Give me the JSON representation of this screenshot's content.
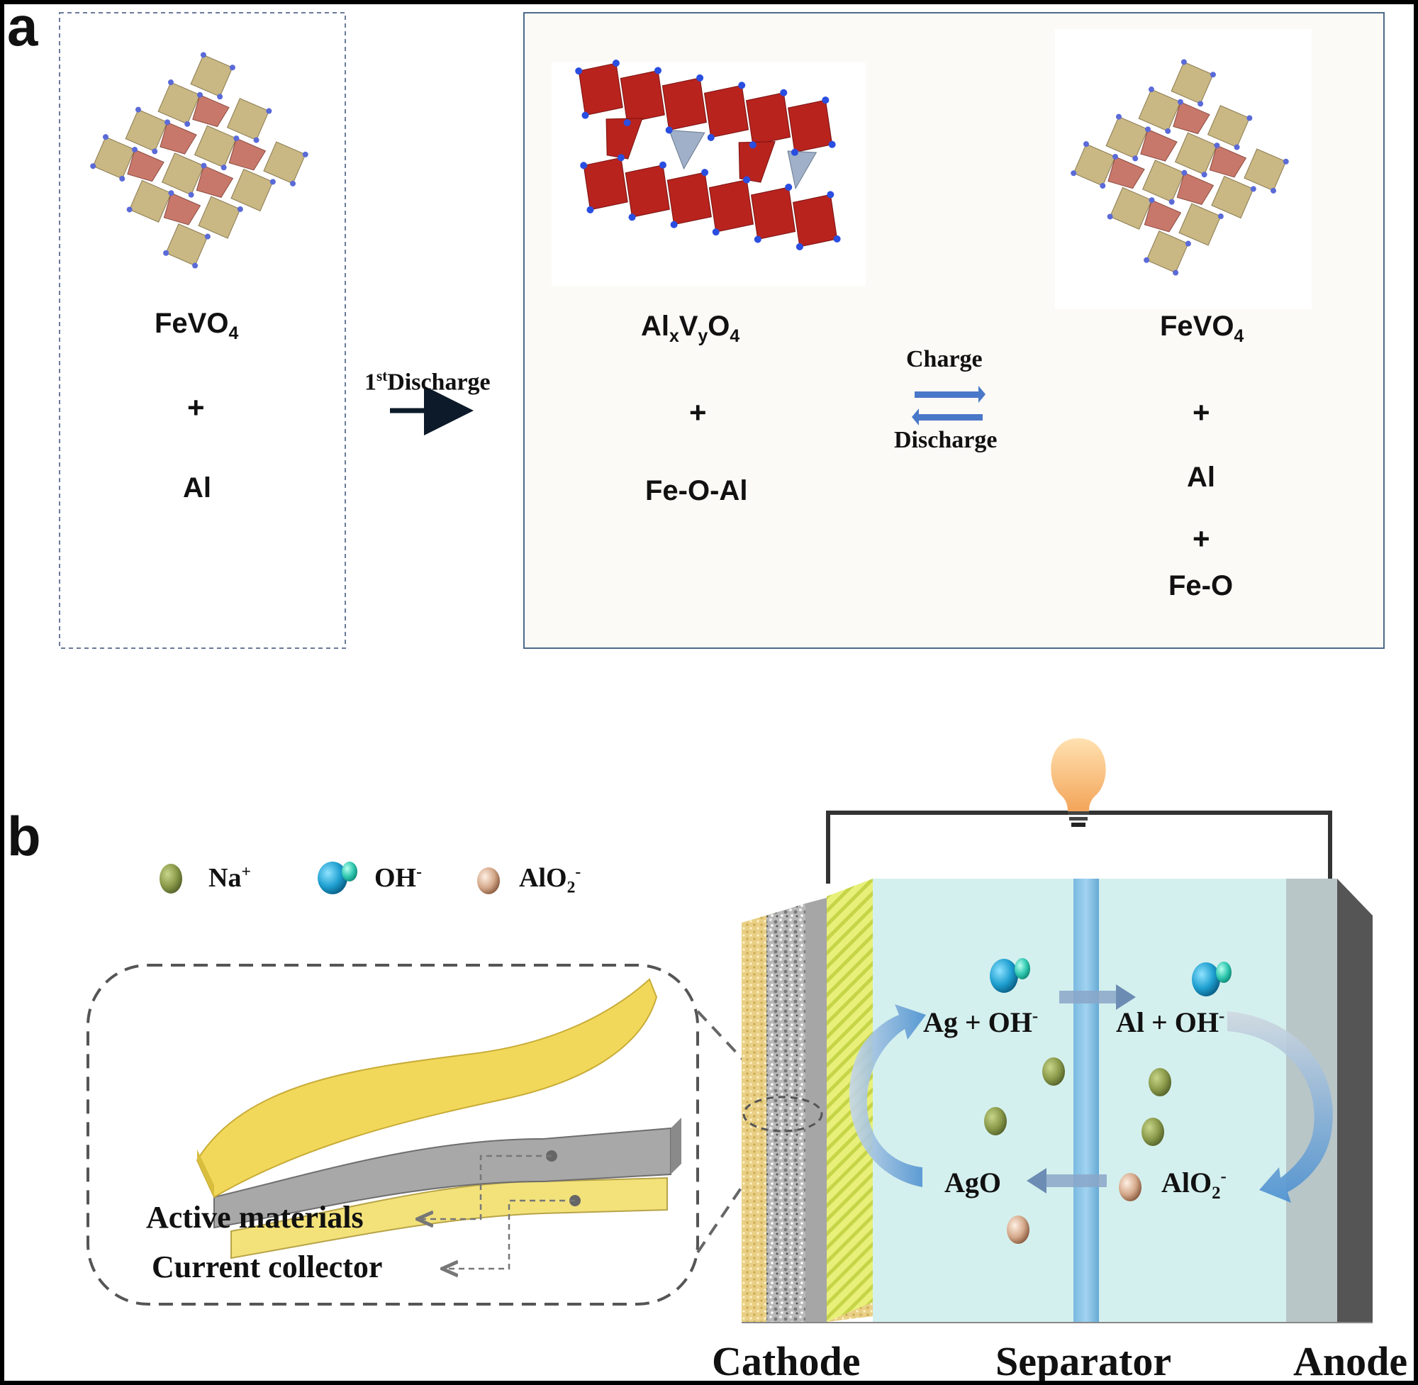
{
  "panel_a": {
    "label": "a",
    "left_box": {
      "formula_base": "FeVO",
      "formula_sub": "4",
      "plus": "+",
      "metal": "Al"
    },
    "first_discharge": {
      "sup": "st",
      "base": "1",
      "text": "Discharge"
    },
    "right_box": {
      "left": {
        "al": "Al",
        "x": "x",
        "v": "V",
        "y": "y",
        "o": "O",
        "o_sub": "4",
        "plus": "+",
        "complex": "Fe-O-Al"
      },
      "charge_label": "Charge",
      "discharge_label": "Discharge",
      "right": {
        "formula_base": "FeVO",
        "formula_sub": "4",
        "plus1": "+",
        "metal": "Al",
        "plus2": "+",
        "oxide": "Fe-O"
      }
    }
  },
  "panel_b": {
    "label": "b",
    "legend": {
      "na": {
        "base": "Na",
        "sup": "+",
        "color": "#8a9a4a"
      },
      "oh": {
        "base": "OH",
        "sup": "-",
        "color": "#1e9fd0"
      },
      "alo2": {
        "base": "AlO",
        "sub": "2",
        "sup": "-",
        "color": "#d4a88a"
      }
    },
    "inset": {
      "active_materials": "Active materials",
      "current_collector": "Current collector"
    },
    "cell": {
      "ag_oh": {
        "base": "Ag + OH",
        "sup": "-"
      },
      "al_oh": {
        "base": "Al + OH",
        "sup": "-"
      },
      "ago": "AgO",
      "alo2": {
        "base": "AlO",
        "sub": "2",
        "sup": "-"
      }
    },
    "bottom_labels": {
      "cathode": "Cathode",
      "separator": "Separator",
      "anode": "Anode"
    }
  }
}
